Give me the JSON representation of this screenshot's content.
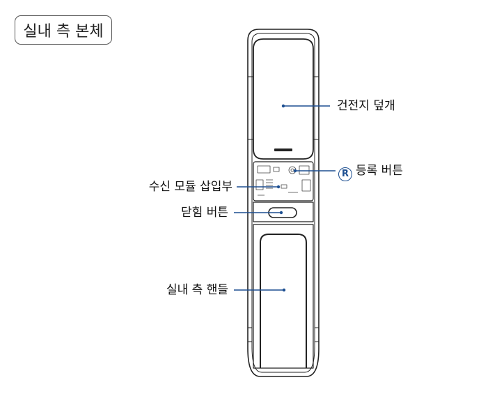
{
  "title": "실내 측 본체",
  "callouts": {
    "battery_cover": "건전지 덮개",
    "register_badge": "R",
    "register_button": "등록 버튼",
    "receiver_slot": "수신 모듈 삽입부",
    "close_button": "닫힘 버튼",
    "inner_handle": "실내 측 핸들"
  },
  "colors": {
    "leader_line": "#1d4f91",
    "outline": "#222222"
  }
}
